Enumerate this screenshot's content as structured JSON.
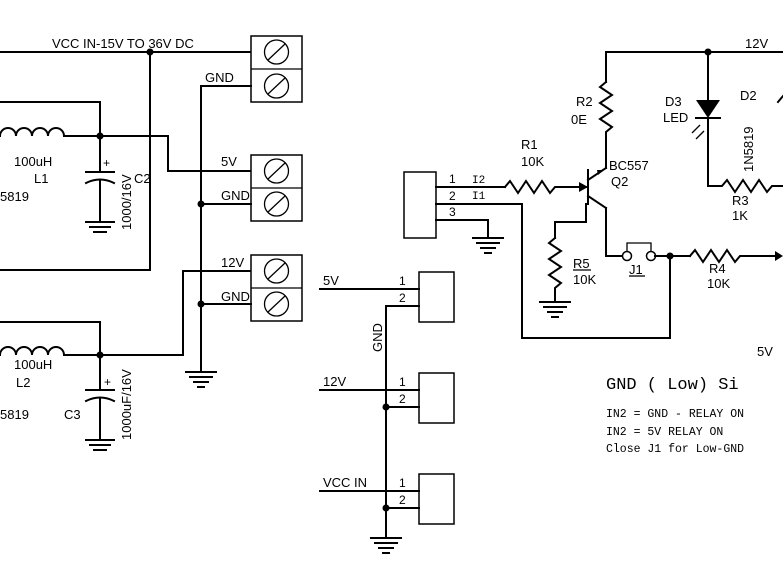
{
  "nets": {
    "vcc_in_top": "VCC IN-15V TO 36V DC",
    "gnd": "GND",
    "v5": "5V",
    "v12": "12V",
    "v12_top": "12V",
    "v5_conn": "5V",
    "v12_conn": "12V",
    "vcc_in_conn": "VCC IN",
    "gnd_vert": "GND"
  },
  "components": {
    "l1_value": "100uH",
    "l1_ref": "L1",
    "d1_partial": "5819",
    "c2_ref": "C2",
    "c2_value": "1000/16V",
    "c2_plus": "+",
    "l2_value": "100uH",
    "l2_ref": "L2",
    "d_partial_2": "5819",
    "c3_ref": "C3",
    "c3_value": "1000uF/16V",
    "c3_plus": "+",
    "r2_ref": "R2",
    "r2_value": "0E",
    "d3_ref": "D3",
    "d3_type": "LED",
    "d2_ref": "D2",
    "d2_value": "1N5819",
    "r1_ref": "R1",
    "r1_value": "10K",
    "q2_type": "BC557",
    "q2_ref": "Q2",
    "r3_ref": "R3",
    "r3_value": "1K",
    "r5_ref": "R5",
    "r5_value": "10K",
    "j1_ref": "J1",
    "r4_ref": "R4",
    "r4_value": "10K"
  },
  "input_header": {
    "pins": [
      "1",
      "2",
      "3"
    ],
    "signals": [
      "I2",
      "I1"
    ]
  },
  "connectors": {
    "c5v_pins": [
      "1",
      "2"
    ],
    "c12v_pins": [
      "1",
      "2"
    ],
    "cvcc_pins": [
      "1",
      "2"
    ]
  },
  "notes": {
    "title_5v": "5V",
    "gnd_low_title": "GND ( Low) Si",
    "lines": [
      "IN2 = GND - RELAY ON",
      "IN2 = 5V RELAY ON",
      "Close J1 for Low-GND"
    ]
  }
}
